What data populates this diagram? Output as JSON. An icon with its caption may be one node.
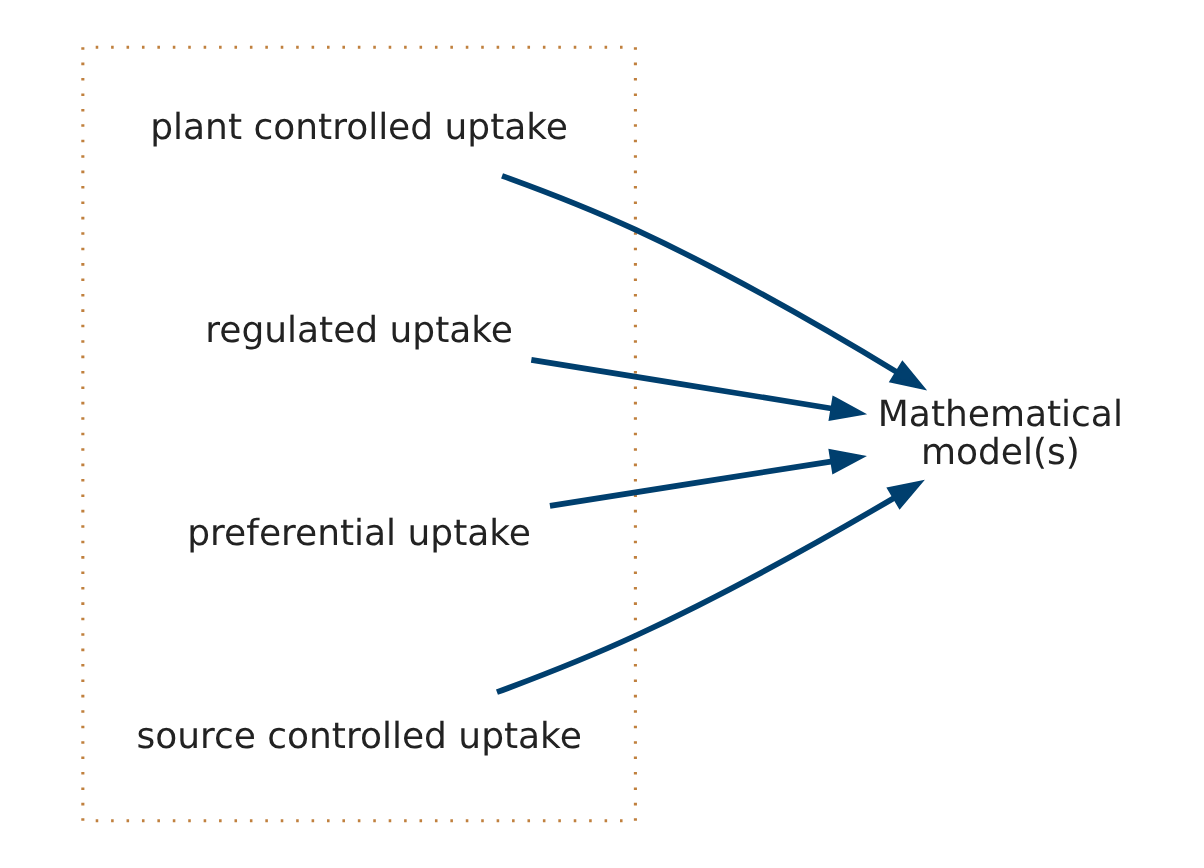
{
  "diagram": {
    "nodes": [
      {
        "text": [],
        "shape": "box"
      },
      {
        "text": [
          "plant controlled uptake"
        ],
        "in": 0
      },
      {
        "text": [
          "regulated uptake"
        ],
        "in": 0
      },
      {
        "text": [
          "preferential uptake"
        ],
        "in": 0
      },
      {
        "text": [
          "source controlled uptake"
        ],
        "in": 0
      },
      {
        "text": [
          "Mathematical model(s)"
        ]
      }
    ],
    "edges": [
      {
        "from": 1,
        "to": 5,
        "arrow": "to"
      },
      {
        "from": 2,
        "to": 5,
        "arrow": "to"
      },
      {
        "from": 3,
        "to": 5,
        "arrow": "to"
      },
      {
        "from": 4,
        "to": 5,
        "arrow": "to"
      }
    ]
  }
}
